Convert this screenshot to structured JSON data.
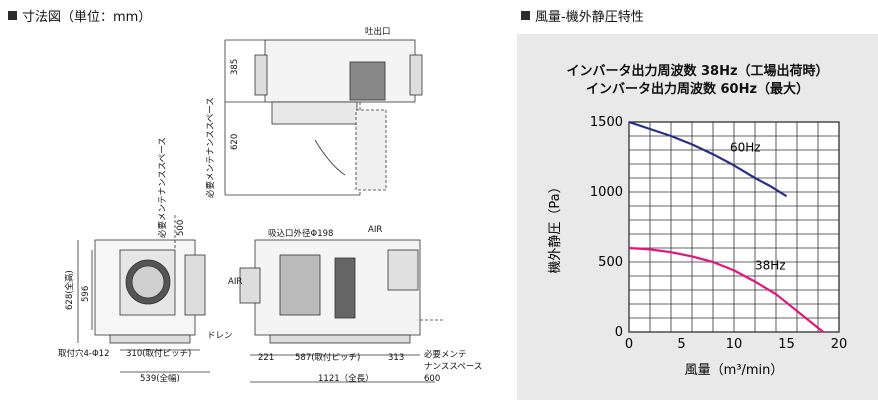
{
  "left_section": {
    "title": "寸法図（単位：mm）"
  },
  "right_section": {
    "title": "風量-機外静圧特性"
  },
  "drawing": {
    "labels": {
      "outlet": "吐出口",
      "maint_top": "必要メンテナンススペース",
      "maint_left": "必要メンテナンススペース",
      "suction": "吸込口外径Φ198",
      "air_top": "AIR",
      "air_left": "AIR",
      "drain": "ドレン",
      "mount_hole": "取付穴4-Φ12",
      "maint_right_1": "必要メンテ",
      "maint_right_2": "ナンススペース"
    },
    "dims": {
      "d385": "385",
      "d620": "620",
      "d500": "500",
      "d628": "628(全高)",
      "d596": "596",
      "d310": "310(取付ピッチ)",
      "d539": "539(全幅)",
      "d221": "221",
      "d587": "587(取付ピッチ)",
      "d313": "313",
      "d1121": "1121（全長）",
      "d600": "600"
    }
  },
  "chart_data": {
    "type": "line",
    "title_lines": [
      "インバータ出力周波数 38Hz（工場出荷時）",
      "インバータ出力周波数 60Hz（最大）"
    ],
    "xlabel": "風量（m³/min）",
    "ylabel": "機外静圧（Pa）",
    "xlim": [
      0,
      20
    ],
    "ylim": [
      0,
      1500
    ],
    "xticks": [
      "0",
      "5",
      "10",
      "15",
      "20"
    ],
    "yticks": [
      "0",
      "500",
      "1000",
      "1500"
    ],
    "grid": true,
    "series": [
      {
        "name": "60Hz",
        "color": "#2a2f86",
        "x": [
          0,
          2,
          4,
          6,
          8,
          10,
          12,
          13.5,
          15
        ],
        "y": [
          1500,
          1450,
          1400,
          1340,
          1270,
          1190,
          1100,
          1040,
          970
        ]
      },
      {
        "name": "38Hz",
        "color": "#e0157e",
        "x": [
          0,
          2,
          4,
          6,
          8,
          10,
          12,
          14,
          16,
          17.5,
          18.5
        ],
        "y": [
          600,
          590,
          570,
          540,
          500,
          440,
          360,
          270,
          150,
          60,
          0
        ]
      }
    ]
  }
}
